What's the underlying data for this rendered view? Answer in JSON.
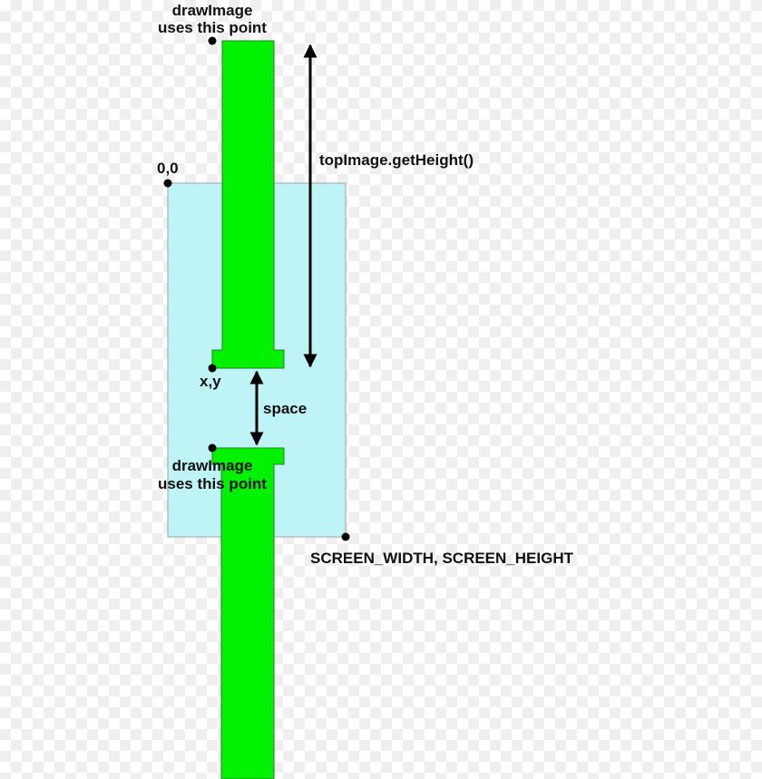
{
  "colors": {
    "screen_fill": "#bff4f6",
    "screen_stroke": "#9aa6a8",
    "pipe_fill": "#00f200",
    "pipe_stroke": "#2a7a2a",
    "ink": "#000000"
  },
  "labels": {
    "top_draw_line1": "drawImage",
    "top_draw_line2": "uses this point",
    "origin": "0,0",
    "top_height": "topImage.getHeight()",
    "xy": "x,y",
    "space": "space",
    "bottom_draw_line1": "drawImage",
    "bottom_draw_line2": "uses this point",
    "screen_size": "SCREEN_WIDTH, SCREEN_HEIGHT"
  }
}
